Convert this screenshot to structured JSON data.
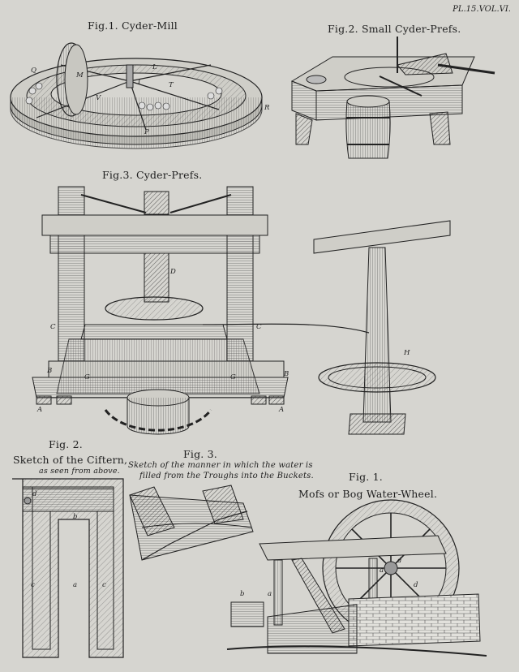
{
  "plate_number": "PL.15.VOL.VI.",
  "top_left": {
    "title": "Fig.1. Cyder-Mill",
    "letters": [
      "Q",
      "M",
      "L",
      "I",
      "T",
      "V",
      "R",
      "P"
    ]
  },
  "top_right": {
    "title": "Fig.2. Small Cyder-Prefs."
  },
  "middle": {
    "title": "Fig.3. Cyder-Prefs.",
    "letters": [
      "D",
      "C",
      "C",
      "B",
      "B",
      "G",
      "G",
      "A",
      "A",
      "H"
    ]
  },
  "bottom_left": {
    "title": "Fig. 2.",
    "subtitle": "Sketch of the Ciftern,",
    "note": "as seen from above.",
    "letters": [
      "d",
      "b",
      "c",
      "a",
      "c"
    ]
  },
  "bottom_middle": {
    "title": "Fig. 3.",
    "note_line1": "Sketch of the manner in which the water is",
    "note_line2": "filled from the Troughs into the Buckets."
  },
  "bottom_right": {
    "title": "Fig. 1.",
    "subtitle": "Mofs or Bog Water-Wheel.",
    "letters": [
      "b",
      "a",
      "a",
      "d",
      "d"
    ]
  }
}
